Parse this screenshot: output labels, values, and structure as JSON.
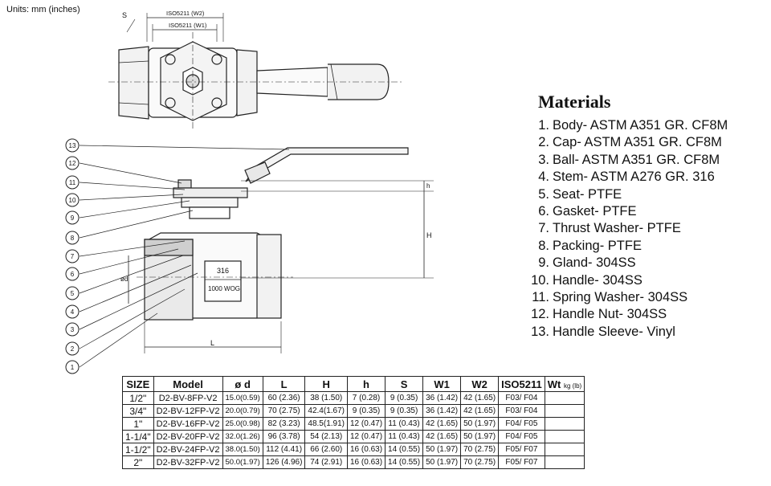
{
  "units": "Units: mm (inches)",
  "drawing": {
    "iso_w2": "ISO5211 (W2)",
    "iso_w1": "ISO5211 (W1)",
    "s_label": "S",
    "d_label": "ød",
    "h_label": "H",
    "h_small": "h",
    "l_label": "L",
    "body_mark_1": "316",
    "body_mark_2": "1000 WOG",
    "callouts": [
      "13",
      "12",
      "11",
      "10",
      "9",
      "8",
      "7",
      "6",
      "5",
      "4",
      "3",
      "2",
      "1"
    ]
  },
  "materials": {
    "title": "Materials",
    "items": [
      {
        "num": "1.",
        "text": "Body-  ASTM A351 GR. CF8M"
      },
      {
        "num": "2.",
        "text": "Cap-  ASTM A351 GR. CF8M"
      },
      {
        "num": "3.",
        "text": "Ball- ASTM A351 GR. CF8M"
      },
      {
        "num": "4.",
        "text": "Stem- ASTM A276 GR. 316"
      },
      {
        "num": "5.",
        "text": "Seat- PTFE"
      },
      {
        "num": "6.",
        "text": "Gasket- PTFE"
      },
      {
        "num": "7.",
        "text": "Thrust Washer- PTFE"
      },
      {
        "num": "8.",
        "text": "Packing- PTFE"
      },
      {
        "num": "9.",
        "text": "Gland- 304SS"
      },
      {
        "num": "10.",
        "text": "Handle- 304SS"
      },
      {
        "num": "11.",
        "text": "Spring Washer- 304SS"
      },
      {
        "num": "12.",
        "text": "Handle Nut- 304SS"
      },
      {
        "num": "13.",
        "text": "Handle Sleeve- Vinyl"
      }
    ]
  },
  "table": {
    "headers": {
      "size": "SIZE",
      "model": "Model",
      "d": "ø d",
      "l": "L",
      "h_big": "H",
      "h_small": "h",
      "s": "S",
      "w1": "W1",
      "w2": "W2",
      "iso": "ISO5211",
      "wt": "Wt",
      "wt_unit": "kg (lb)"
    },
    "rows": [
      {
        "size": "1/2\"",
        "model": "D2-BV-8FP-V2",
        "d": "15.0(0.59)",
        "l": "60 (2.36)",
        "h_big": "38 (1.50)",
        "h_small": "7 (0.28)",
        "s": "9 (0.35)",
        "w1": "36 (1.42)",
        "w2": "42 (1.65)",
        "iso": "F03/ F04",
        "wt": ""
      },
      {
        "size": "3/4\"",
        "model": "D2-BV-12FP-V2",
        "d": "20.0(0.79)",
        "l": "70 (2.75)",
        "h_big": "42.4(1.67)",
        "h_small": "9 (0.35)",
        "s": "9 (0.35)",
        "w1": "36 (1.42)",
        "w2": "42 (1.65)",
        "iso": "F03/ F04",
        "wt": ""
      },
      {
        "size": "1\"",
        "model": "D2-BV-16FP-V2",
        "d": "25.0(0.98)",
        "l": "82 (3.23)",
        "h_big": "48.5(1.91)",
        "h_small": "12 (0.47)",
        "s": "11 (0.43)",
        "w1": "42 (1.65)",
        "w2": "50 (1.97)",
        "iso": "F04/ F05",
        "wt": ""
      },
      {
        "size": "1-1/4\"",
        "model": "D2-BV-20FP-V2",
        "d": "32.0(1.26)",
        "l": "96 (3.78)",
        "h_big": "54 (2.13)",
        "h_small": "12 (0.47)",
        "s": "11 (0.43)",
        "w1": "42 (1.65)",
        "w2": "50 (1.97)",
        "iso": "F04/ F05",
        "wt": ""
      },
      {
        "size": "1-1/2\"",
        "model": "D2-BV-24FP-V2",
        "d": "38.0(1.50)",
        "l": "112 (4.41)",
        "h_big": "66 (2.60)",
        "h_small": "16 (0.63)",
        "s": "14 (0.55)",
        "w1": "50 (1.97)",
        "w2": "70 (2.75)",
        "iso": "F05/ F07",
        "wt": ""
      },
      {
        "size": "2\"",
        "model": "D2-BV-32FP-V2",
        "d": "50.0(1.97)",
        "l": "126 (4.96)",
        "h_big": "74 (2.91)",
        "h_small": "16 (0.63)",
        "s": "14 (0.55)",
        "w1": "50 (1.97)",
        "w2": "70 (2.75)",
        "iso": "F05/ F07",
        "wt": ""
      }
    ]
  }
}
